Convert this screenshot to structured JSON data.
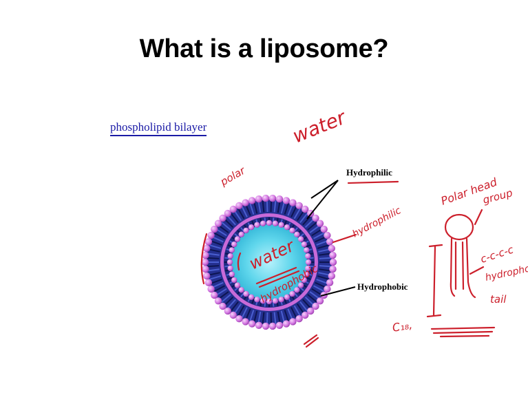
{
  "slide": {
    "title": "What is a liposome?",
    "link_text": "phospholipid bilayer"
  },
  "diagram": {
    "label_outer": "Hydrophilic",
    "label_inner": "Hydrophobic"
  },
  "handwriting": {
    "water_outside": "water",
    "polar": "polar",
    "hydrophilic_note": "hydrophilic",
    "water_inside": "water",
    "hydrophobic_inside": "hydrophobic",
    "polar_head_group_line1": "Polar head",
    "polar_head_group_line2": "group",
    "carbon_chain": "c-c-c-c",
    "tail_line1": "hydrophob",
    "tail_line2": "tail",
    "cs_note": "C₁₈,"
  },
  "colors": {
    "title": "#000000",
    "link": "#1a1aa6",
    "ink_red": "#cc1f2b",
    "head_pink": "#d27ae0",
    "tail_blue": "#1e2a78",
    "core_cyan": "#4fd3ea"
  }
}
